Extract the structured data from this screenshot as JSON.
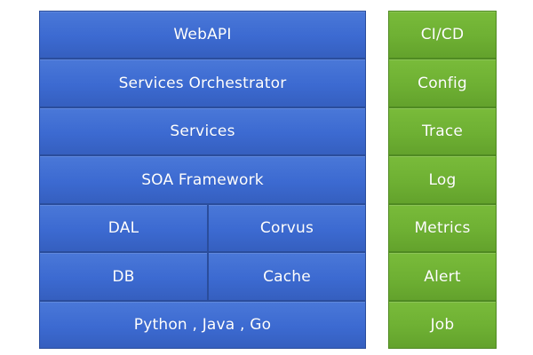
{
  "stack": {
    "webapi": "WebAPI",
    "orchestrator": "Services Orchestrator",
    "services": "Services",
    "soa_framework": "SOA Framework",
    "dal": "DAL",
    "corvus": "Corvus",
    "db": "DB",
    "cache": "Cache",
    "languages": "Python , Java , Go"
  },
  "side": {
    "cicd": "CI/CD",
    "config": "Config",
    "trace": "Trace",
    "log": "Log",
    "metrics": "Metrics",
    "alert": "Alert",
    "job": "Job"
  },
  "colors": {
    "stack_blue": "#3f6ed4",
    "side_green": "#6fb134"
  }
}
